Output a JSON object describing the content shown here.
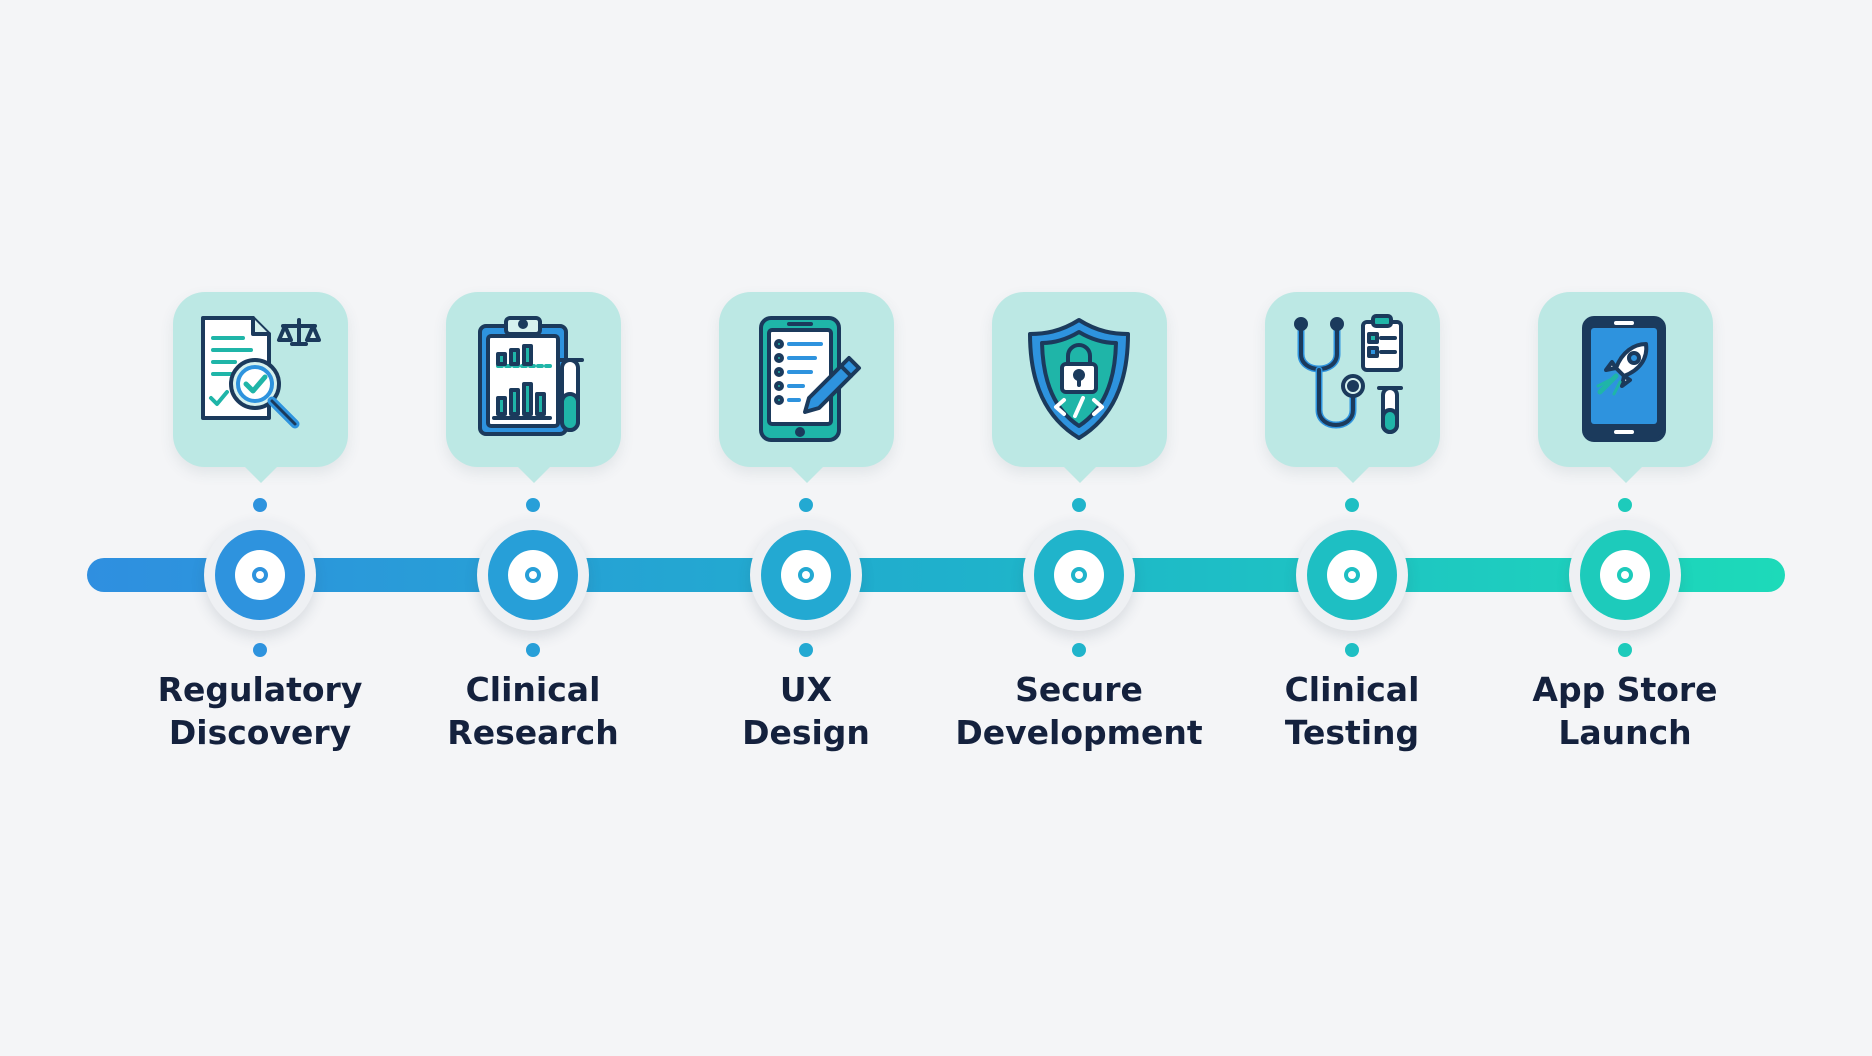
{
  "colors": {
    "background": "#f4f5f7",
    "card": "#bce8e4",
    "label_text": "#14213d",
    "track_start": "#2f8fe0",
    "track_end": "#1ddab9",
    "icon_navy": "#1b3a5c"
  },
  "steps": [
    {
      "icon": "regulatory-document-search-icon",
      "label_line1": "Regulatory",
      "label_line2": "Discovery",
      "node_color": "#2e93de"
    },
    {
      "icon": "clipboard-chart-icon",
      "label_line1": "Clinical",
      "label_line2": "Research",
      "node_color": "#279fd8"
    },
    {
      "icon": "tablet-checklist-pencil-icon",
      "label_line1": "UX",
      "label_line2": "Design",
      "node_color": "#23a9d2"
    },
    {
      "icon": "shield-lock-code-icon",
      "label_line1": "Secure",
      "label_line2": "Development",
      "node_color": "#20b4cb"
    },
    {
      "icon": "stethoscope-clipboard-icon",
      "label_line1": "Clinical",
      "label_line2": "Testing",
      "node_color": "#1ebfc3"
    },
    {
      "icon": "phone-rocket-icon",
      "label_line1": "App Store",
      "label_line2": "Launch",
      "node_color": "#1dcbbb"
    }
  ]
}
